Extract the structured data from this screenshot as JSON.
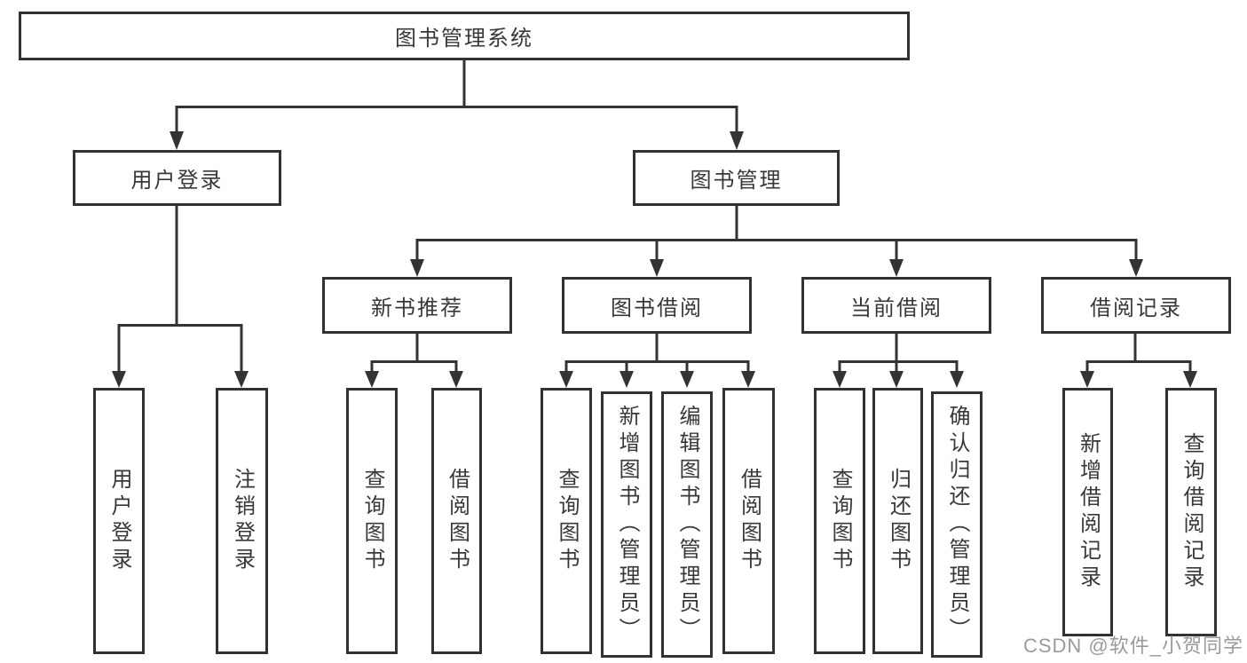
{
  "nodes": {
    "root": "图书管理系统",
    "user_login": "用户登录",
    "book_management": "图书管理",
    "new_book_recommend": "新书推荐",
    "book_borrowing": "图书借阅",
    "current_borrowing": "当前借阅",
    "borrowing_records": "借阅记录",
    "leaf_user_login": "用户登录",
    "leaf_logout": "注销登录",
    "leaf_query_books_recommend": "查询图书",
    "leaf_borrow_books_recommend": "借阅图书",
    "leaf_query_books_borrowing": "查询图书",
    "leaf_add_books_admin": "新增图书（管理员）",
    "leaf_edit_books_admin": "编辑图书（管理员）",
    "leaf_borrow_books_borrowing": "借阅图书",
    "leaf_query_books_current": "查询图书",
    "leaf_return_books": "归还图书",
    "leaf_confirm_return_admin": "确认归还（管理员）",
    "leaf_add_borrow_record": "新增借阅记录",
    "leaf_query_borrow_record": "查询借阅记录"
  },
  "watermark": "CSDN @软件_小贺同学",
  "colors": {
    "line": "#333333",
    "box_border": "#323232",
    "text": "#383838",
    "watermark": "#9a9a9a",
    "background": "#ffffff"
  }
}
